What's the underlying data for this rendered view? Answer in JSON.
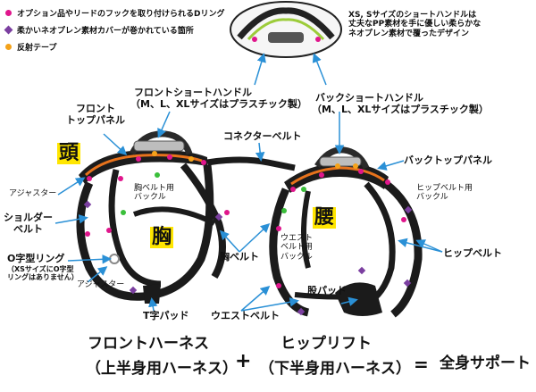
{
  "legend": [
    {
      "text": "オプション品やリードのフックを取り付けられるDリング",
      "marker": "dot",
      "color": "#e0168c"
    },
    {
      "text": "柔かいネオプレン素材カバーが巻かれている箇所",
      "marker": "diamond",
      "color": "#7b3fa0"
    },
    {
      "text": "反射テープ",
      "marker": "dot",
      "color": "#f4a21a"
    }
  ],
  "top_note": {
    "line1": "XS, Sサイズのショートハンドルは",
    "line2": "丈夫なPP素材を手に優しい柔らかな",
    "line3": "ネオプレン素材で覆ったデザイン"
  },
  "labels": {
    "front_short_handle": "フロントショートハンドル",
    "front_short_handle_note": "（M、L、XLサイズはプラスチック製）",
    "back_short_handle": "バックショートハンドル",
    "back_short_handle_note": "（M、L、XLサイズはプラスチック製）",
    "front_top_panel_1": "フロント",
    "front_top_panel_2": "トップパネル",
    "connector_belt": "コネクターベルト",
    "back_top_panel": "バックトップパネル",
    "head": "頭",
    "chest": "胸",
    "waist": "腰",
    "adjuster_1": "アジャスター",
    "adjuster_2": "アジャスター",
    "shoulder_belt_1": "ショルダー",
    "shoulder_belt_2": "ベルト",
    "chest_belt_buckle_1": "胸ベルト用",
    "chest_belt_buckle_2": "バックル",
    "hip_belt_buckle_1": "ヒップベルト用",
    "hip_belt_buckle_2": "バックル",
    "waist_belt_buckle_1": "ウエスト",
    "waist_belt_buckle_2": "ベルト用",
    "waist_belt_buckle_3": "バックル",
    "o_ring": "O字型リング",
    "o_ring_note_1": "（XSサイズにO字型",
    "o_ring_note_2": "リングはありません）",
    "chest_belt": "胸ベルト",
    "hip_belt": "ヒップベルト",
    "crotch_pad": "股パッド",
    "t_pad": "T字パッド",
    "waist_belt": "ウエストベルト"
  },
  "formula": {
    "front_harness": "フロントハーネス",
    "front_harness_sub": "（上半身用ハーネス）",
    "plus": "+",
    "hip_lift": "ヒップリフト",
    "hip_lift_sub": "（下半身用ハーネス）",
    "equals": "=",
    "result": "全身サポート"
  },
  "colors": {
    "arrow": "#2a90d6",
    "strap": "#1b1b1b",
    "accent_orange": "#e8731c",
    "green": "#3bbf3b",
    "highlight": "#ffe600"
  }
}
